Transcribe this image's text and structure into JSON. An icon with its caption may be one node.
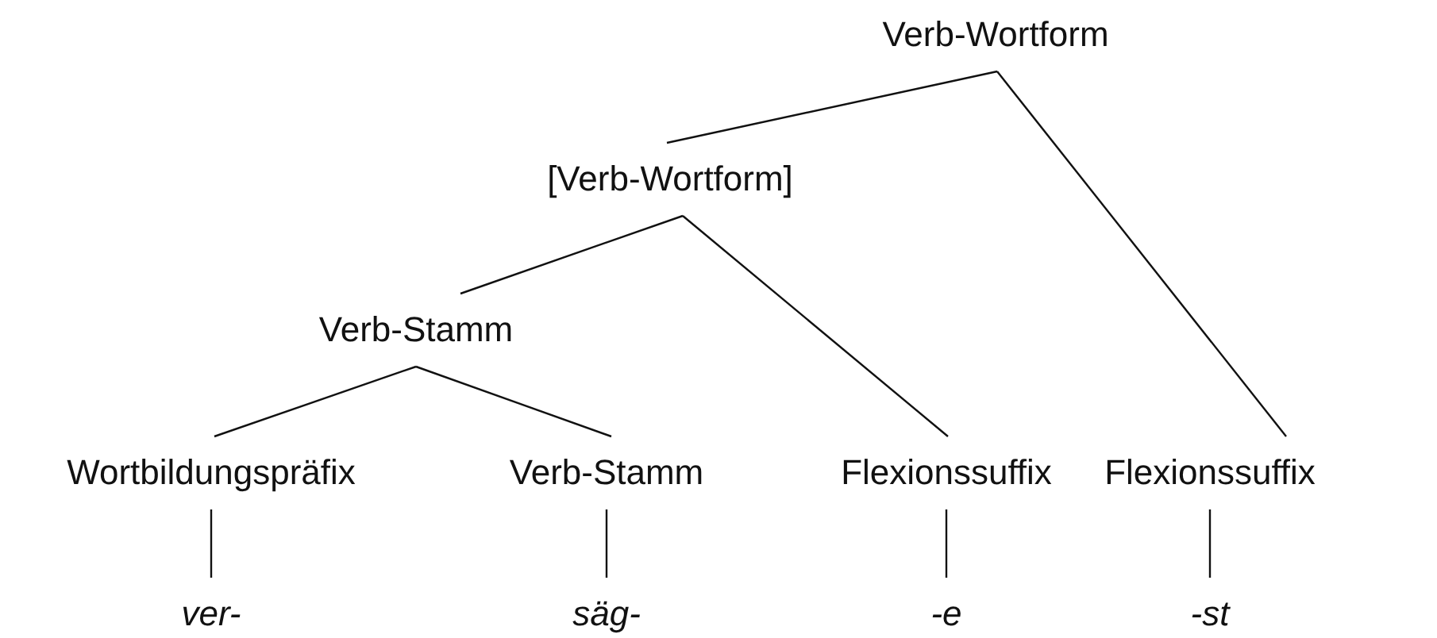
{
  "diagram": {
    "nodes": [
      {
        "text": [
          "Verb-Wortform"
        ]
      },
      {
        "text": [
          "[Verb-Wortform]"
        ]
      },
      {
        "text": [
          "Verb-Stamm"
        ]
      },
      {
        "text": [
          "Wortbildungspräfix"
        ]
      },
      {
        "text": [
          "Verb-Stamm"
        ]
      },
      {
        "text": [
          "Flexionssuffix"
        ]
      },
      {
        "text": [
          "Flexionssuffix"
        ]
      },
      {
        "text": [
          "ver-"
        ]
      },
      {
        "text": [
          "säg-"
        ]
      },
      {
        "text": [
          "-e"
        ]
      },
      {
        "text": [
          "-st"
        ]
      }
    ],
    "edges": [
      {
        "from": 0,
        "to": 1,
        "arrow": "none"
      },
      {
        "from": 0,
        "to": 6,
        "arrow": "none"
      },
      {
        "from": 1,
        "to": 2,
        "arrow": "none"
      },
      {
        "from": 1,
        "to": 5,
        "arrow": "none"
      },
      {
        "from": 2,
        "to": 3,
        "arrow": "none"
      },
      {
        "from": 2,
        "to": 4,
        "arrow": "none"
      },
      {
        "from": 3,
        "to": 7,
        "arrow": "none"
      },
      {
        "from": 4,
        "to": 8,
        "arrow": "none"
      },
      {
        "from": 5,
        "to": 9,
        "arrow": "none"
      },
      {
        "from": 6,
        "to": 10,
        "arrow": "none"
      }
    ]
  }
}
